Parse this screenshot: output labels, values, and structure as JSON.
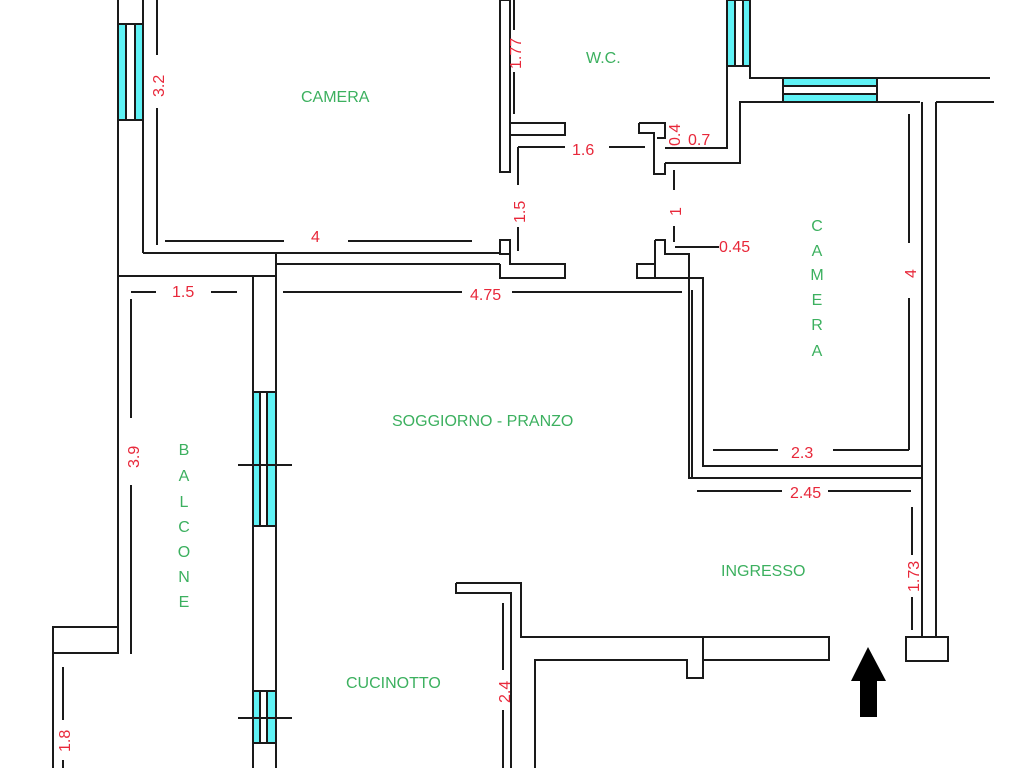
{
  "plan": {
    "rooms": {
      "camera_left": "CAMERA",
      "wc": "W.C.",
      "camera_right": [
        "C",
        "A",
        "M",
        "E",
        "R",
        "A"
      ],
      "soggiorno": "SOGGIORNO - PRANZO",
      "balcone": [
        "B",
        "A",
        "L",
        "C",
        "O",
        "N",
        "E"
      ],
      "ingresso": "INGRESSO",
      "cucinotto": "CUCINOTTO"
    },
    "dimensions": {
      "camera_left_height": "3.2",
      "camera_left_width": "4",
      "wc_height": "1.77",
      "wc_width": "1.6",
      "wc_step_a": "0.4",
      "wc_step_b": "0.7",
      "corridor_left": "1.5",
      "corridor_right": "1",
      "door_offset": "0.45",
      "balcone_width": "1.5",
      "balcone_height": "3.9",
      "soggiorno_width": "4.75",
      "camera_right_height": "4",
      "camera_right_width": "2.3",
      "ingresso_width": "2.45",
      "ingresso_height": "1.73",
      "cucinotto_height": "2.4",
      "left_bottom": "1.8"
    },
    "entrance_icon": "arrow-up-icon",
    "colors": {
      "room_label": "#3cb05f",
      "dimension": "#e8283a",
      "window_glass": "#5ff2f5",
      "wall": "#1a1a1a"
    }
  }
}
